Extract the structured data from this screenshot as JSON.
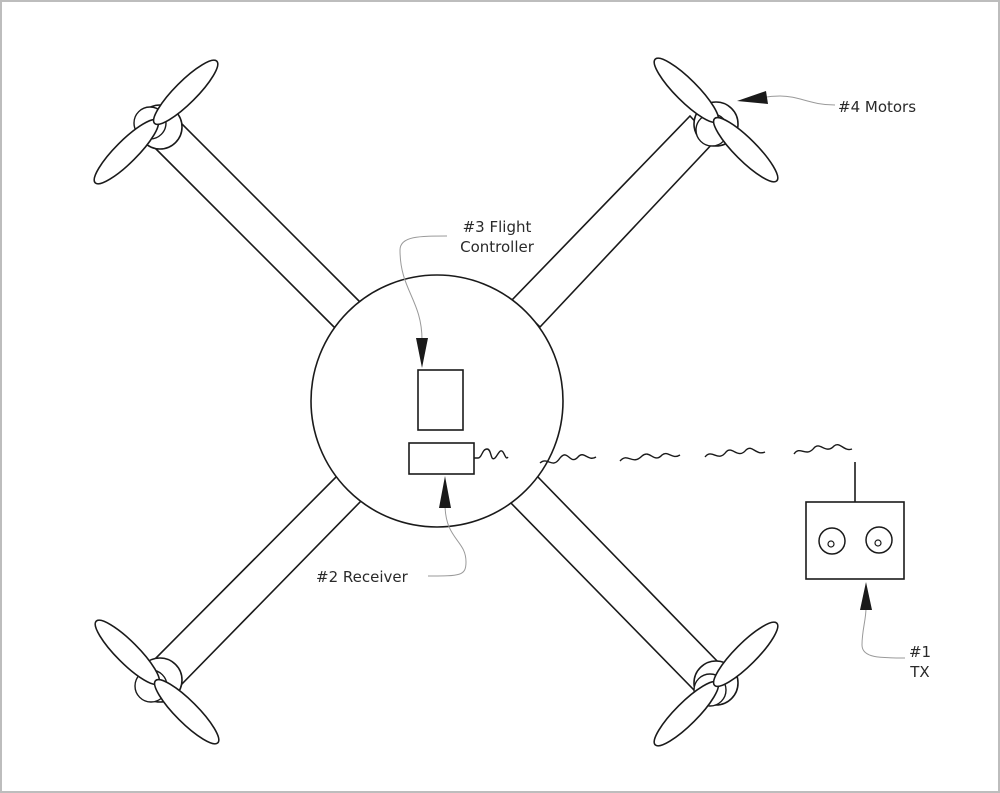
{
  "colors": {
    "stroke": "#1a1a1a",
    "leader": "#9a9a9a",
    "text": "#2a2a2a",
    "frame": "#bdbdbd"
  },
  "labels": {
    "flight_controller": "#3 Flight\nController",
    "motors": "#4 Motors",
    "receiver": "#2 Receiver",
    "tx": "#1\nTX"
  }
}
